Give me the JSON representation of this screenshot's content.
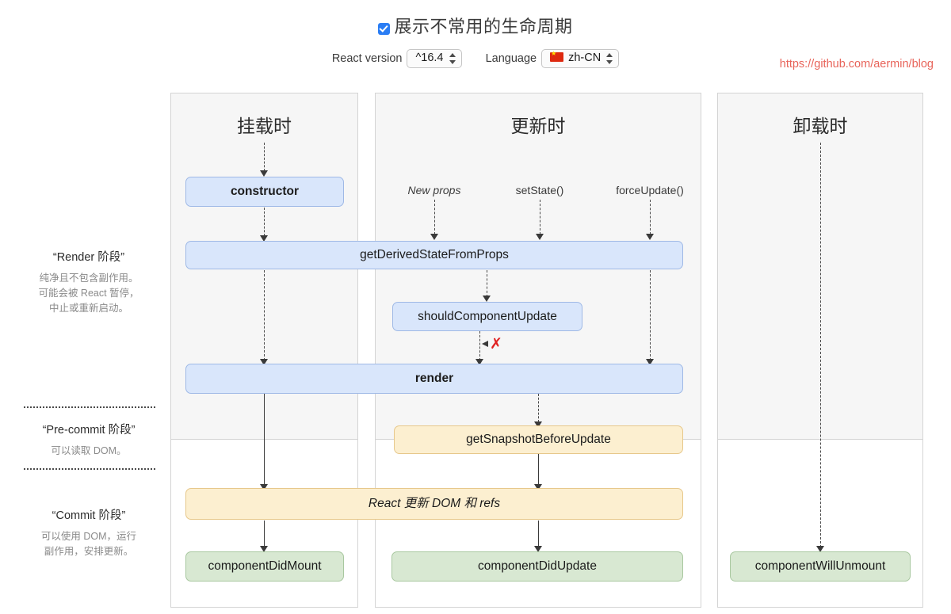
{
  "header": {
    "checkbox_checked": true,
    "title": "展示不常用的生命周期",
    "react_version_label": "React version",
    "react_version_value": "^16.4",
    "language_label": "Language",
    "language_value": "zh-CN",
    "language_flag": "cn-flag-icon",
    "repo_url": "https://github.com/aermin/blog",
    "accent_checkbox": "#2a7df4",
    "accent_link": "#e8645a"
  },
  "phases": [
    {
      "id": "render",
      "title": "“Render 阶段”",
      "desc": "纯净且不包含副作用。\n可能会被 React 暂停，\n中止或重新启动。"
    },
    {
      "id": "pre-commit",
      "title": "“Pre-commit 阶段”",
      "desc": "可以读取 DOM。"
    },
    {
      "id": "commit",
      "title": "“Commit 阶段”",
      "desc": "可以使用 DOM，运行\n副作用，安排更新。"
    }
  ],
  "columns": [
    {
      "id": "mount",
      "title": "挂载时"
    },
    {
      "id": "update",
      "title": "更新时"
    },
    {
      "id": "unmount",
      "title": "卸载时"
    }
  ],
  "triggers": [
    {
      "id": "new-props",
      "label": "New props",
      "italic": true
    },
    {
      "id": "set-state",
      "label": "setState()",
      "italic": false
    },
    {
      "id": "force-update",
      "label": "forceUpdate()",
      "italic": false
    }
  ],
  "nodes": {
    "constructor": "constructor",
    "getDerivedStateFromProps": "getDerivedStateFromProps",
    "shouldComponentUpdate": "shouldComponentUpdate",
    "render": "render",
    "getSnapshotBeforeUpdate": "getSnapshotBeforeUpdate",
    "reactUpdatesDom": "React 更新 DOM 和 refs",
    "componentDidMount": "componentDidMount",
    "componentDidUpdate": "componentDidUpdate",
    "componentWillUnmount": "componentWillUnmount"
  },
  "marks": {
    "skip_render_x": "✗"
  },
  "colors": {
    "blue_fill": "#d9e6fb",
    "blue_border": "#9fb9e6",
    "orange_fill": "#fcefd0",
    "orange_border": "#e7c88b",
    "green_fill": "#d8e8d2",
    "green_border": "#a9c8a0",
    "panel_bg": "#f6f6f6",
    "panel_border": "#d4d4d4",
    "x_red": "#e02020"
  }
}
